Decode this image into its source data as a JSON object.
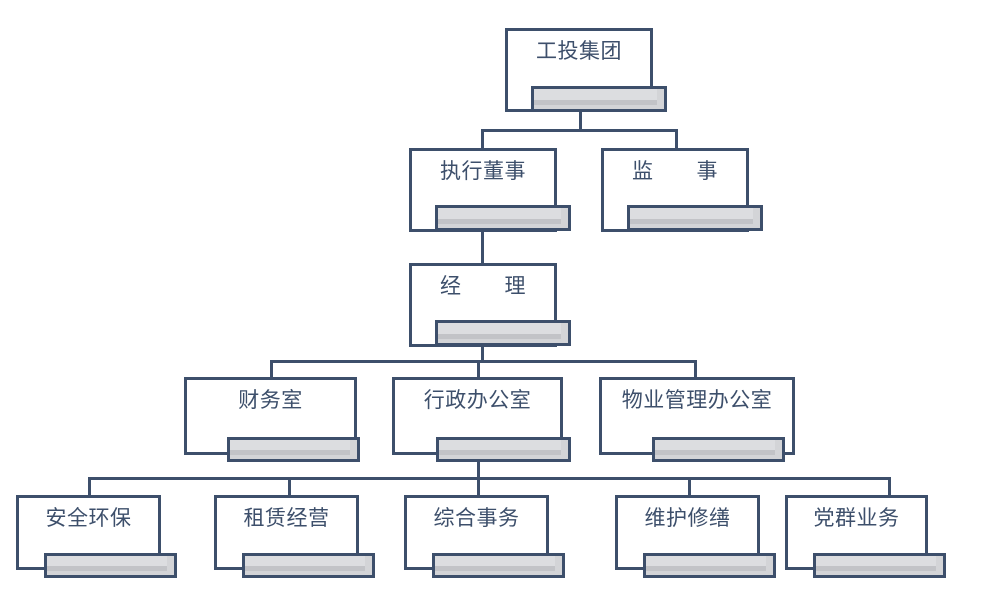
{
  "diagram": {
    "title_text": "",
    "colors": {
      "border": "#3d4f6b",
      "text": "#3d4f6b",
      "box_fill": "#ffffff",
      "shadow_fill": "#d3d4d7",
      "shadow_highlight": "#dcdde0",
      "background": "#ffffff"
    },
    "levels": [
      {
        "level": 1,
        "nodes": [
          {
            "id": "group",
            "label": "工投集团"
          }
        ]
      },
      {
        "level": 2,
        "nodes": [
          {
            "id": "executive-director",
            "label": "执行董事"
          },
          {
            "id": "supervisor",
            "label": "监　　事"
          }
        ]
      },
      {
        "level": 3,
        "nodes": [
          {
            "id": "manager",
            "label": "经　　理"
          }
        ]
      },
      {
        "level": 4,
        "nodes": [
          {
            "id": "finance-office",
            "label": "财务室"
          },
          {
            "id": "admin-office",
            "label": "行政办公室"
          },
          {
            "id": "property-office",
            "label": "物业管理办公室"
          }
        ]
      },
      {
        "level": 5,
        "nodes": [
          {
            "id": "safety-environment",
            "label": "安全环保"
          },
          {
            "id": "leasing-operations",
            "label": "租赁经营"
          },
          {
            "id": "general-affairs",
            "label": "综合事务"
          },
          {
            "id": "maintenance-repair",
            "label": "维护修缮"
          },
          {
            "id": "party-affairs",
            "label": "党群业务"
          }
        ]
      }
    ]
  }
}
